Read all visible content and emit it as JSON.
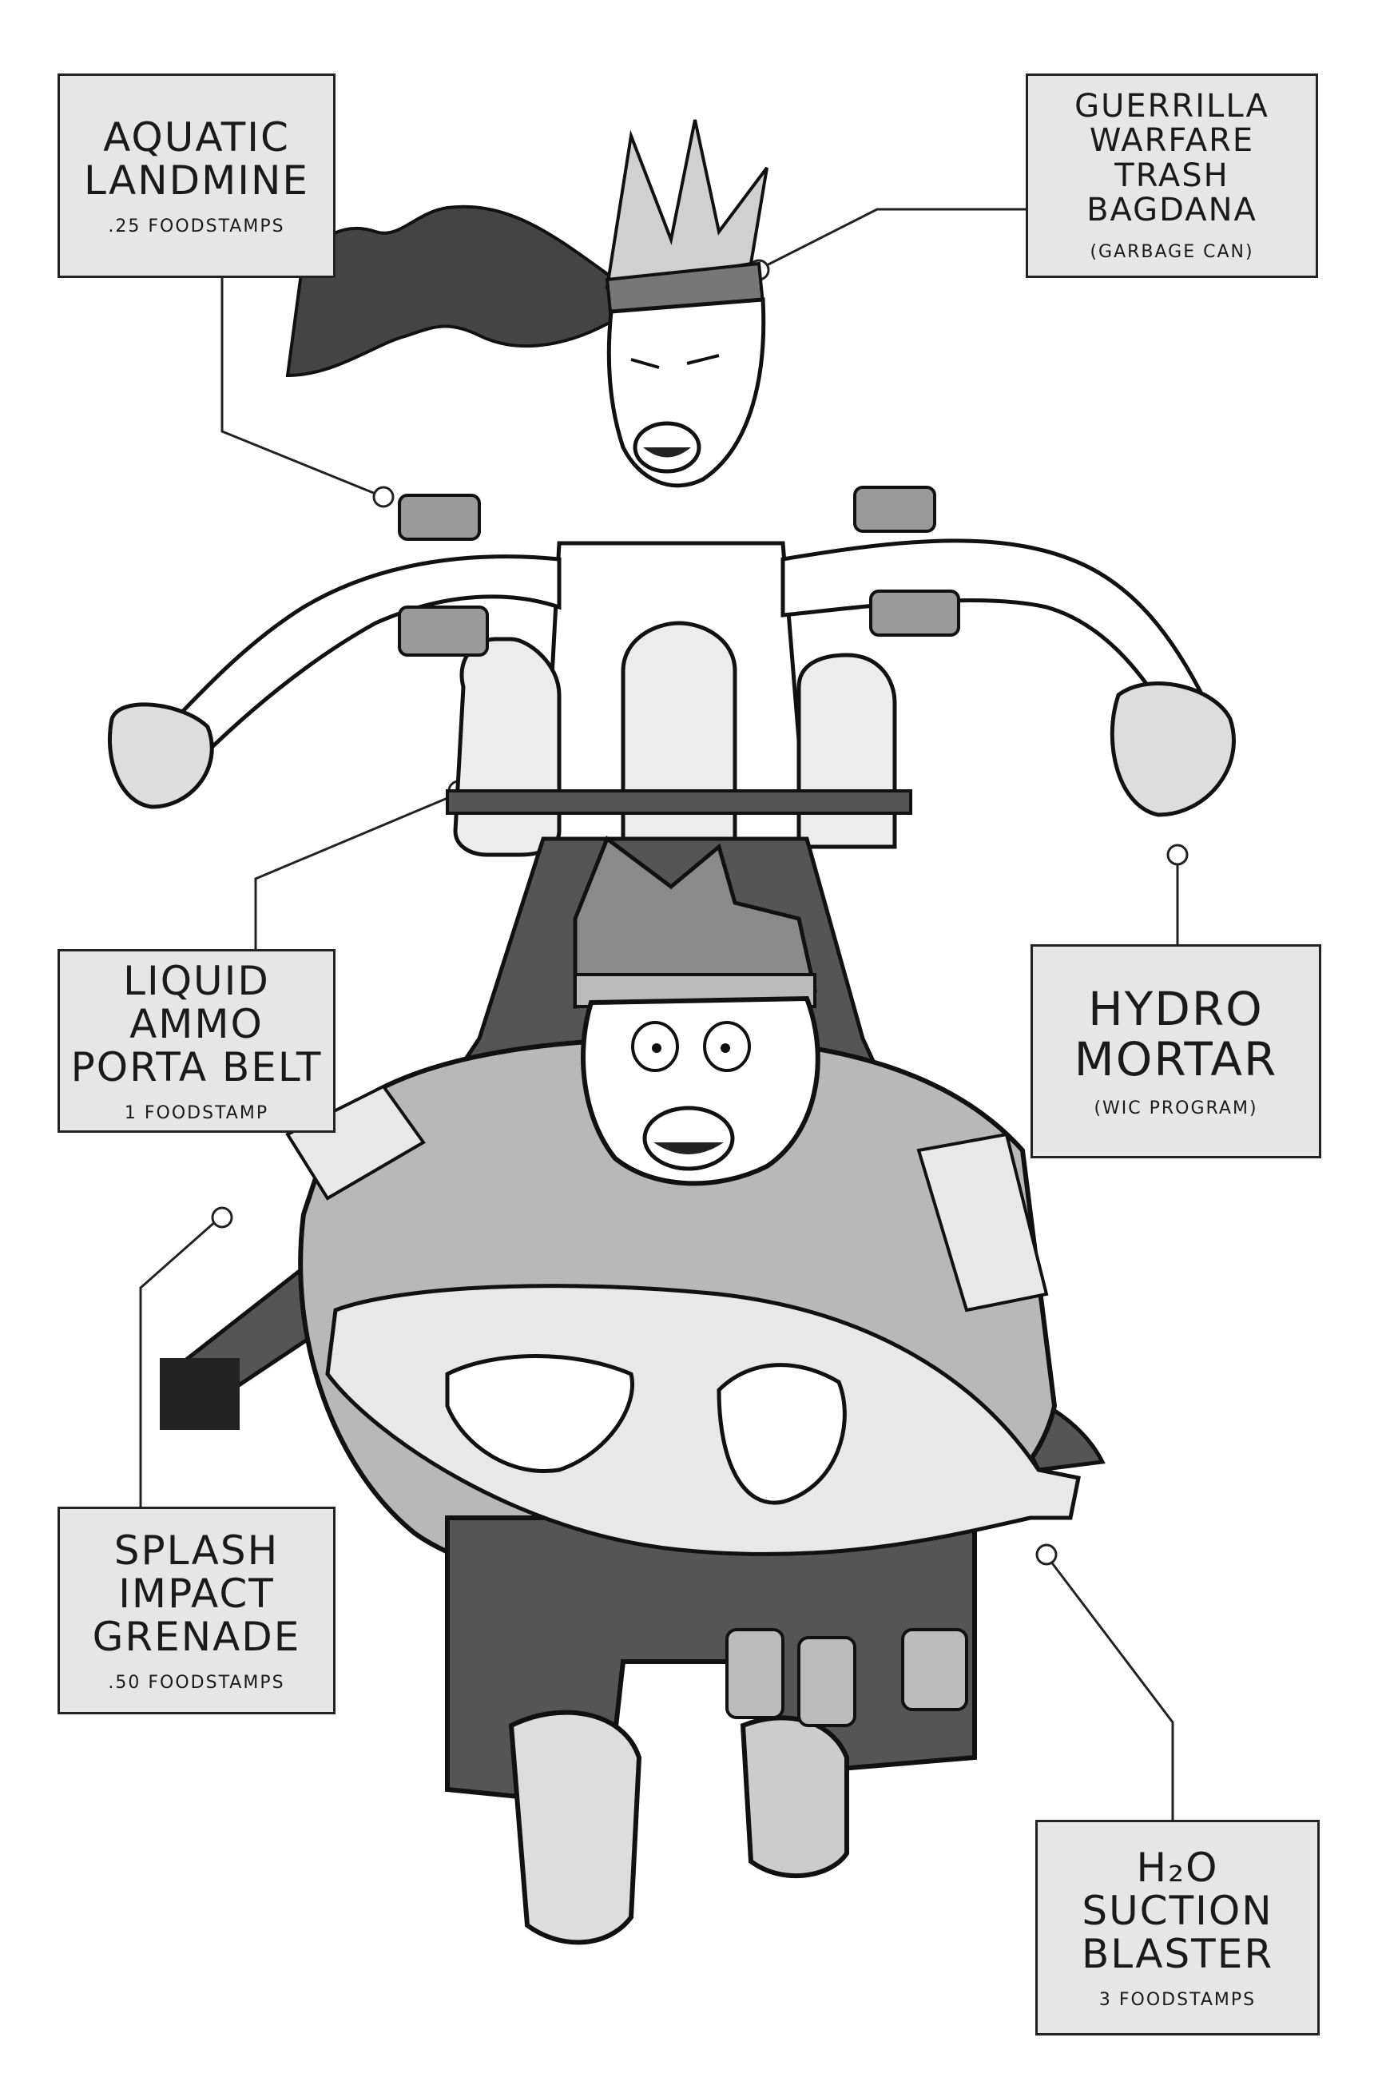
{
  "labels": {
    "aquatic_landmine": {
      "title": "AQUATIC\nLANDMINE",
      "price": ".25 FOODSTAMPS"
    },
    "trash_bagdana": {
      "title": "GUERRILLA\nWARFARE\nTRASH BAGDANA",
      "price": "(GARBAGE CAN)"
    },
    "liquid_ammo_belt": {
      "title": "LIQUID AMMO\nPORTA BELT",
      "price": "1 FOODSTAMP"
    },
    "hydro_mortar": {
      "title": "HYDRO\nMORTAR",
      "price": "(WIC PROGRAM)"
    },
    "splash_grenade": {
      "title": "SPLASH IMPACT\nGRENADE",
      "price": ".50 FOODSTAMPS"
    },
    "h2o_blaster": {
      "title": "H₂O SUCTION\nBLASTER",
      "price": "3 FOODSTAMPS"
    }
  },
  "colors": {
    "ink": "#1a1a1a",
    "box_fill": "#e6e6e6",
    "gray_light": "#d9d9d9",
    "gray_mid": "#9a9a9a",
    "gray_dark": "#555555"
  }
}
